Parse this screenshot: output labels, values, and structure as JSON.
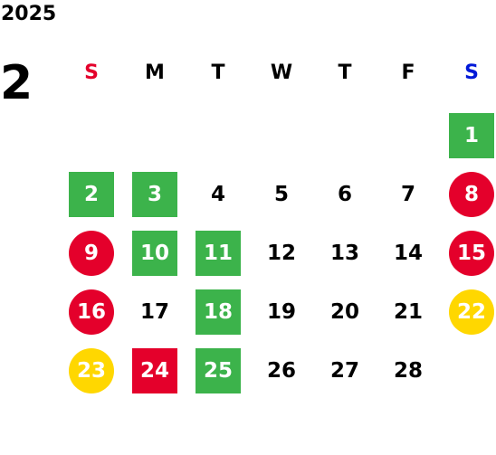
{
  "calendar": {
    "year": "2025",
    "month": "2",
    "weekdays": [
      {
        "label": "S",
        "color": "#e4002b"
      },
      {
        "label": "M",
        "color": "#000000"
      },
      {
        "label": "T",
        "color": "#000000"
      },
      {
        "label": "W",
        "color": "#000000"
      },
      {
        "label": "T",
        "color": "#000000"
      },
      {
        "label": "F",
        "color": "#000000"
      },
      {
        "label": "S",
        "color": "#0019d8"
      }
    ],
    "days": [
      {
        "day": "1",
        "style": "green"
      },
      {
        "day": "2",
        "style": "green"
      },
      {
        "day": "3",
        "style": "green"
      },
      {
        "day": "4",
        "style": "plain"
      },
      {
        "day": "5",
        "style": "plain"
      },
      {
        "day": "6",
        "style": "plain"
      },
      {
        "day": "7",
        "style": "plain"
      },
      {
        "day": "8",
        "style": "circle-red"
      },
      {
        "day": "9",
        "style": "circle-red"
      },
      {
        "day": "10",
        "style": "green"
      },
      {
        "day": "11",
        "style": "green"
      },
      {
        "day": "12",
        "style": "plain"
      },
      {
        "day": "13",
        "style": "plain"
      },
      {
        "day": "14",
        "style": "plain"
      },
      {
        "day": "15",
        "style": "circle-red"
      },
      {
        "day": "16",
        "style": "circle-red"
      },
      {
        "day": "17",
        "style": "plain"
      },
      {
        "day": "18",
        "style": "green"
      },
      {
        "day": "19",
        "style": "plain"
      },
      {
        "day": "20",
        "style": "plain"
      },
      {
        "day": "21",
        "style": "plain"
      },
      {
        "day": "22",
        "style": "circle-yellow"
      },
      {
        "day": "23",
        "style": "circle-yellow"
      },
      {
        "day": "24",
        "style": "red"
      },
      {
        "day": "25",
        "style": "green"
      },
      {
        "day": "26",
        "style": "plain"
      },
      {
        "day": "27",
        "style": "plain"
      },
      {
        "day": "28",
        "style": "plain"
      }
    ],
    "first_weekday_index": 6
  },
  "colors": {
    "green": "#3cb34b",
    "red": "#e4002b",
    "yellow": "#ffd700",
    "sunday": "#e4002b",
    "saturday": "#0019d8"
  }
}
